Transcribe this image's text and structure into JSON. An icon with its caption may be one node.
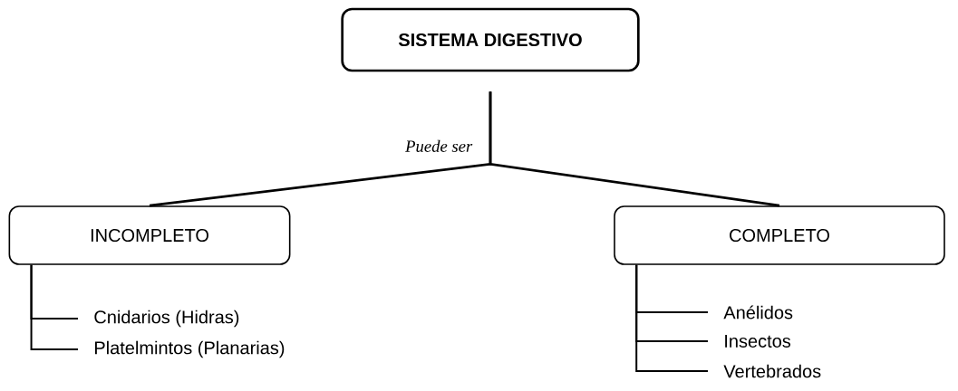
{
  "diagram": {
    "nodes": [
      {
        "text": [
          "SISTEMA DIGESTIVO"
        ]
      },
      {
        "text": [
          "INCOMPLETO"
        ]
      },
      {
        "text": [
          "COMPLETO"
        ]
      },
      {
        "text": [
          "Cnidarios (Hidras)"
        ]
      },
      {
        "text": [
          "Platelmintos (Planarias)"
        ]
      },
      {
        "text": [
          "Anélidos"
        ]
      },
      {
        "text": [
          "Insectos"
        ]
      },
      {
        "text": [
          "Vertebrados"
        ]
      }
    ],
    "edges": [
      {
        "from": 0,
        "to": 1,
        "arrow": "none",
        "label": "Puede ser"
      },
      {
        "from": 0,
        "to": 2,
        "arrow": "none"
      },
      {
        "from": 1,
        "to": 3,
        "arrow": "none"
      },
      {
        "from": 1,
        "to": 4,
        "arrow": "none"
      },
      {
        "from": 2,
        "to": 5,
        "arrow": "none"
      },
      {
        "from": 2,
        "to": 6,
        "arrow": "none"
      },
      {
        "from": 2,
        "to": 7,
        "arrow": "none"
      }
    ]
  }
}
